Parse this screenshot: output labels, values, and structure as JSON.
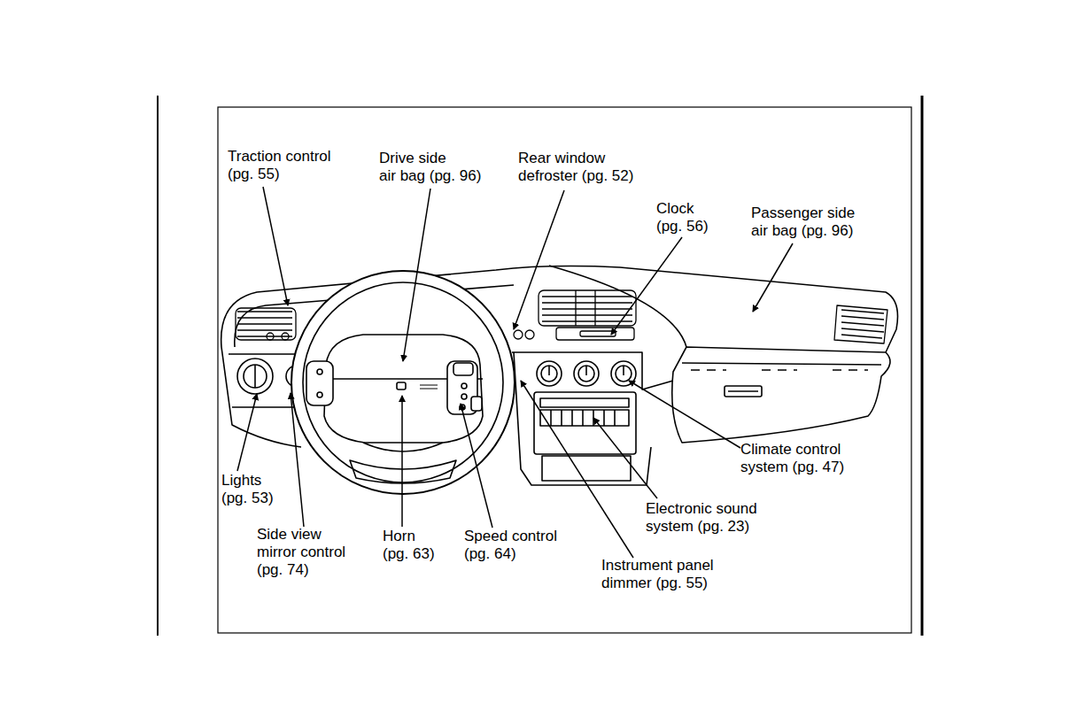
{
  "diagram": {
    "labels": [
      "Traction control (pg. 55)",
      "Drive side air bag (pg. 96)",
      "Rear window defroster (pg. 52)",
      "Clock (pg. 56)",
      "Passenger side air bag (pg. 96)",
      "Climate control system (pg. 47)",
      "Lights (pg. 53)",
      "Electronic sound system (pg. 23)",
      "Side view mirror control (pg. 74)",
      "Horn (pg. 63)",
      "Speed control (pg. 64)",
      "Instrument panel dimmer (pg. 55)"
    ]
  }
}
